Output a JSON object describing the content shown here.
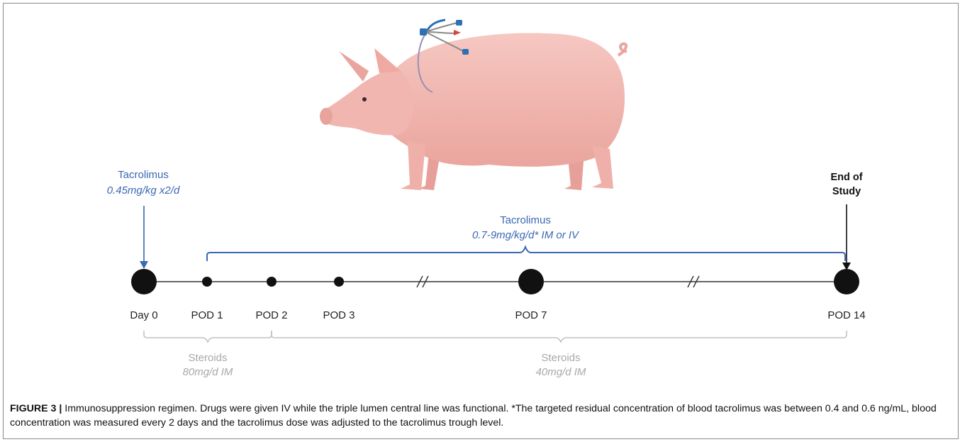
{
  "tacrolimus_induction": {
    "title": "Tacrolimus",
    "dose": "0.45mg/kg x2/d"
  },
  "tacrolimus_maintenance": {
    "title": "Tacrolimus",
    "dose": "0.7-9mg/kg/d* IM or IV"
  },
  "end_of_study": {
    "line1": "End of",
    "line2": "Study"
  },
  "timeline": {
    "points": [
      "Day 0",
      "POD 1",
      "POD 2",
      "POD 3",
      "POD 7",
      "POD 14"
    ]
  },
  "steroids_early": {
    "title": "Steroids",
    "dose": "80mg/d IM"
  },
  "steroids_late": {
    "title": "Steroids",
    "dose": "40mg/d IM"
  },
  "caption": {
    "label": "FIGURE 3 |",
    "text": " Immunosuppression regimen. Drugs were given IV while the triple lumen central line was functional. *The targeted residual concentration of blood tacrolimus was between 0.4 and 0.6 ng/mL, blood concentration was measured every 2 days and the tacrolimus dose was adjusted to the tacrolimus trough level."
  },
  "colors": {
    "accent_blue": "#3b68b4",
    "steroid_grey": "#a8a8a8",
    "pig_pink": "#f2b9b3",
    "timeline_black": "#111111"
  }
}
